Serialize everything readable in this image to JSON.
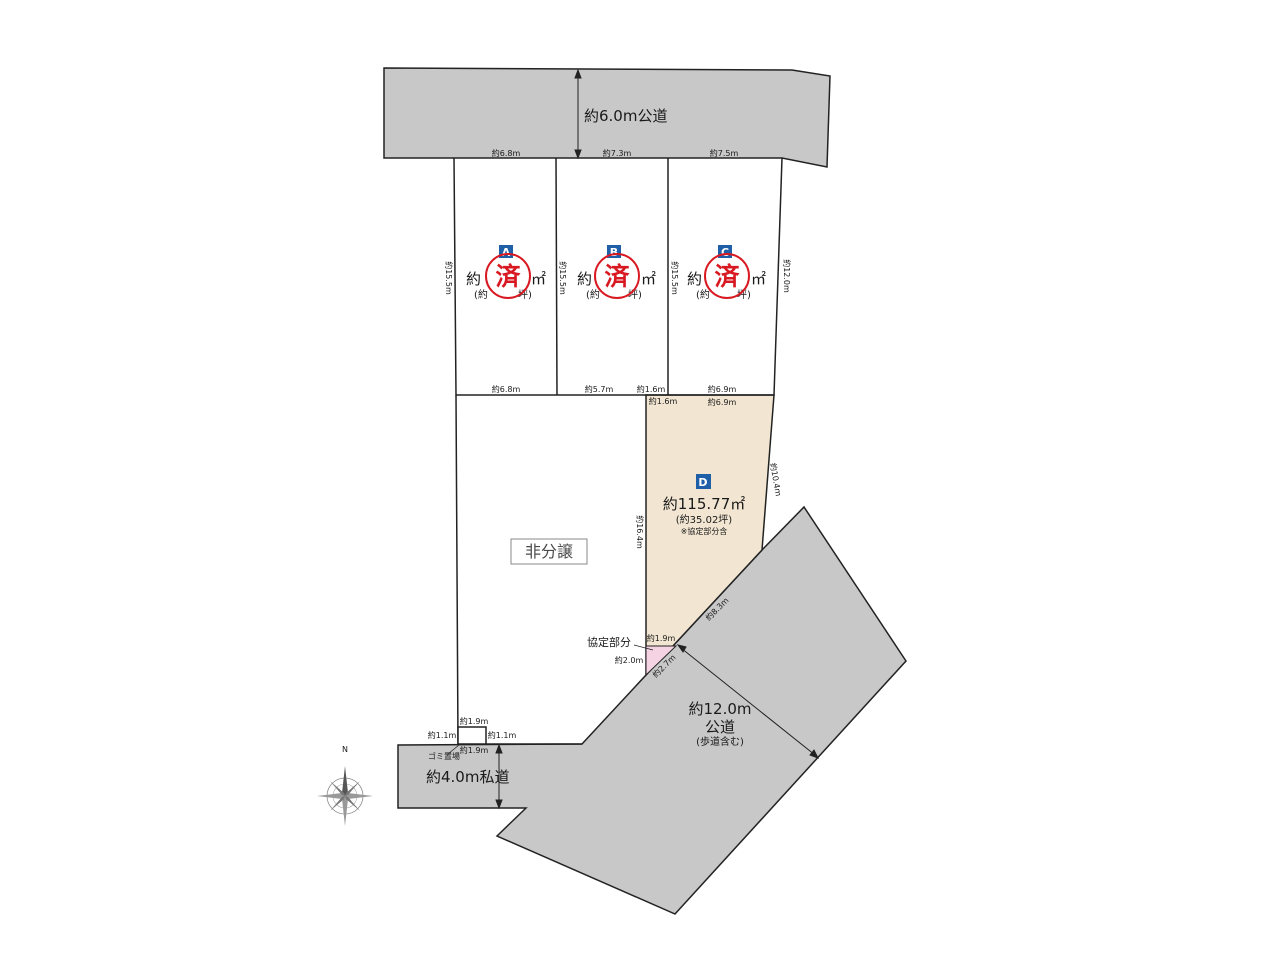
{
  "roads": {
    "north": "約6.0m公道",
    "west_private": "約4.0m私道",
    "southeast_line1": "約12.0m",
    "southeast_line2": "公道",
    "southeast_line3": "(歩道含む)"
  },
  "dimensions": {
    "top_a": "約6.8m",
    "top_b": "約7.3m",
    "top_c": "約7.5m",
    "left_a": "約15.5m",
    "left_b": "約15.5m",
    "left_c": "約15.5m",
    "right_c": "約12.0m",
    "bottom_a": "約6.8m",
    "bottom_b": "約5.7m",
    "bottom_b2": "約1.6m",
    "bottom_c": "約6.9m",
    "d_top_left": "約1.6m",
    "d_top_right": "約6.9m",
    "d_right": "約10.4m",
    "d_left": "約16.4m",
    "d_diag": "約8.3m",
    "kyotei_top": "約1.9m",
    "kyotei_left": "約2.0m",
    "kyotei_diag": "約2.7m",
    "gomi_top": "約1.9m",
    "gomi_left": "約1.1m",
    "gomi_right": "約1.1m",
    "gomi_bottom": "約1.9m"
  },
  "lots": [
    {
      "letter": "A",
      "area_prefix": "約",
      "area_suffix": "㎡",
      "tsubo_open": "(約",
      "tsubo_close": "坪)",
      "stamp": "済"
    },
    {
      "letter": "B",
      "area_prefix": "約",
      "area_suffix": "㎡",
      "tsubo_open": "(約",
      "tsubo_close": "坪)",
      "stamp": "済"
    },
    {
      "letter": "C",
      "area_prefix": "約",
      "area_suffix": "㎡",
      "tsubo_open": "(約",
      "tsubo_close": "坪)",
      "stamp": "済"
    }
  ],
  "lot_d": {
    "letter": "D",
    "area": "約115.77㎡",
    "tsubo": "(約35.02坪)",
    "note": "※協定部分含"
  },
  "labels": {
    "non_sale": "非分譲",
    "kyotei": "協定部分",
    "gomi": "ゴミ置場",
    "north": "N"
  },
  "colors": {
    "road": "#c8c8c8",
    "lot_d_fill": "#f2e6d2",
    "kyotei_fill": "#f6d3e3",
    "stamp": "#d81921",
    "marker": "#1f5fa8"
  }
}
